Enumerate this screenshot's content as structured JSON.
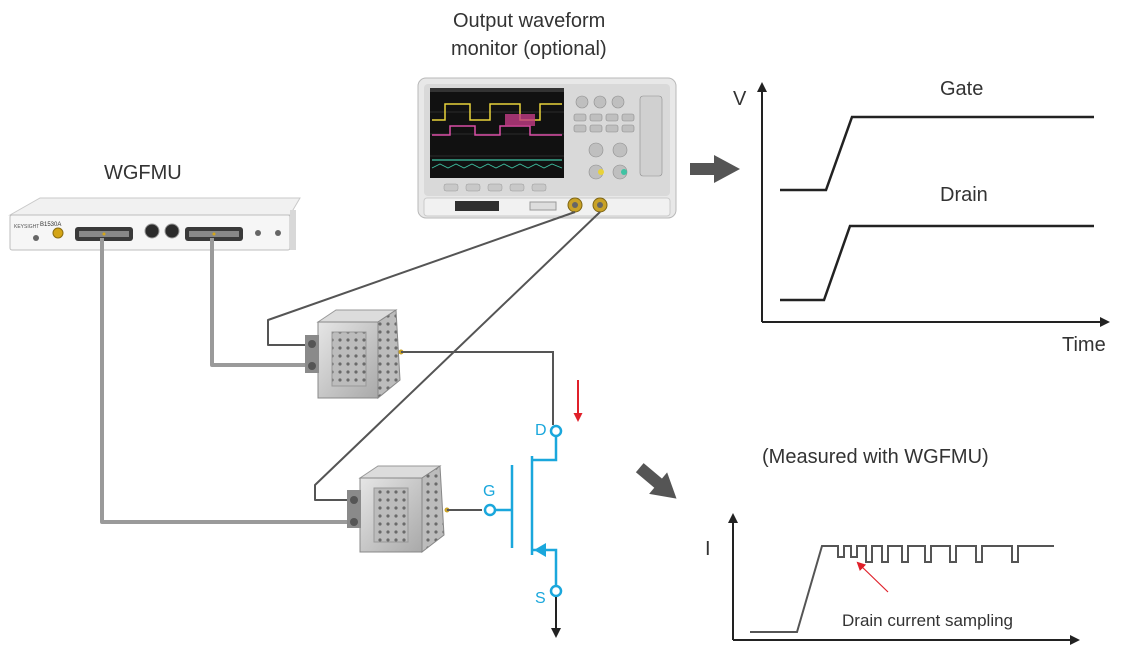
{
  "labels": {
    "wgfmu": "WGFMU",
    "scope_line1": "Output waveform",
    "scope_line2": "monitor (optional)",
    "upper_axis_v": "V",
    "gate": "Gate",
    "drain": "Drain",
    "time": "Time",
    "measured": "(Measured with WGFMU)",
    "lower_axis_i": "I",
    "drain_current_sampling": "Drain current sampling",
    "terminal_d": "D",
    "terminal_g": "G",
    "terminal_s": "S"
  },
  "devices": {
    "wgfmu_model": "B1530A"
  },
  "colors": {
    "terminal": "#1aa7dc",
    "current_arrow": "#e0202a",
    "cable_light": "#9a9a9a",
    "cable_dark": "#555555",
    "flow_arrow": "#555555"
  }
}
